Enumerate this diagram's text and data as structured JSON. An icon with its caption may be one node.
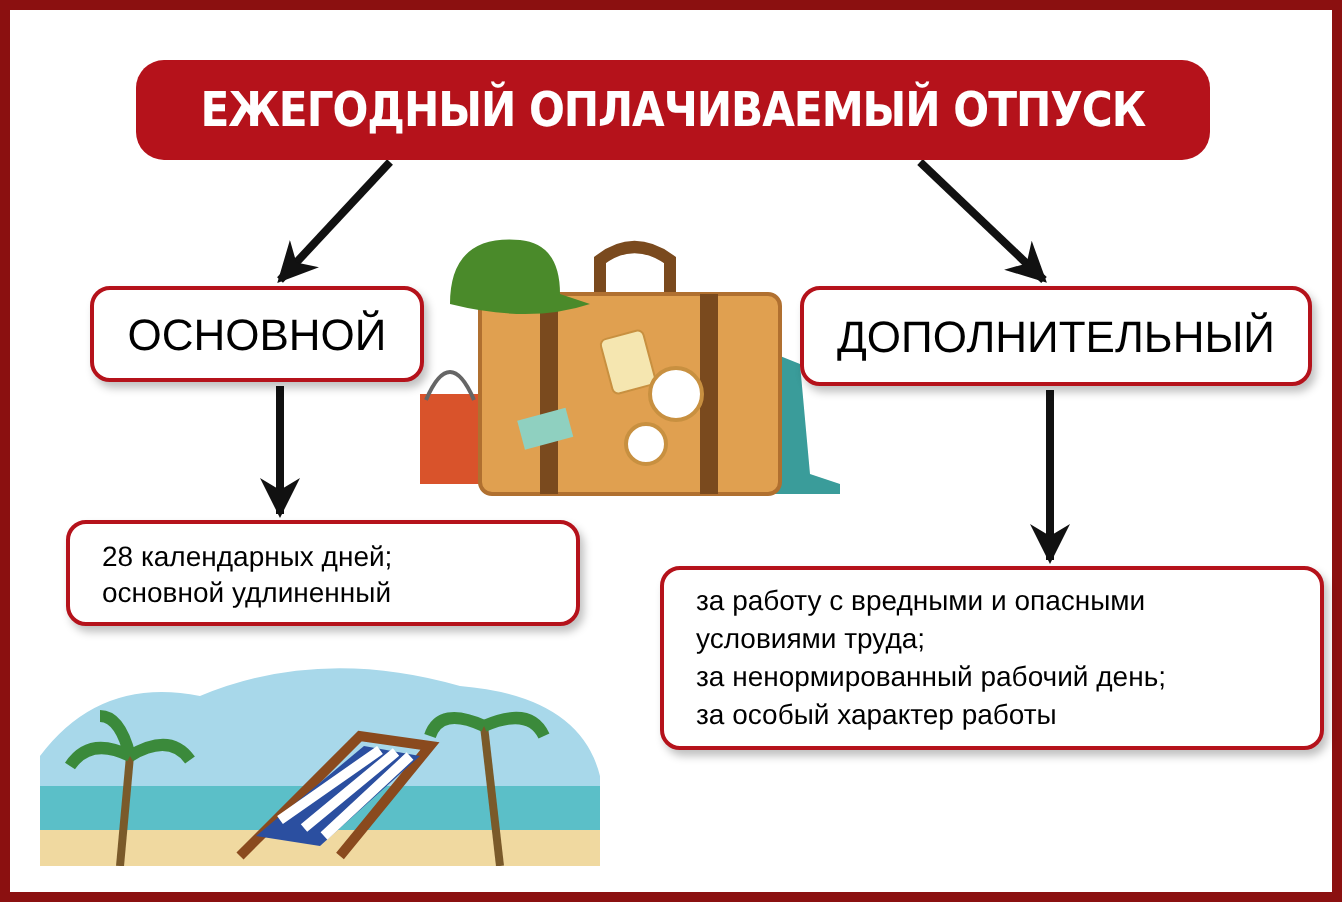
{
  "diagram": {
    "nodes": [
      {
        "text": [
          "ЕЖЕГОДНЫЙ ОПЛАЧИВАЕМЫЙ ОТПУСК"
        ]
      },
      {
        "text": [
          "ОСНОВНОЙ"
        ]
      },
      {
        "text": [
          "ДОПОЛНИТЕЛЬНЫЙ"
        ]
      },
      {
        "text": [
          "28 календарных дней;",
          "основной удлиненный"
        ]
      },
      {
        "text": [
          "за работу с вредными и опасными условиями труда;",
          "за ненормированный рабочий день;",
          "за особый характер работы"
        ]
      }
    ],
    "edges": [
      {
        "from": 0,
        "to": 1,
        "arrow": "to"
      },
      {
        "from": 0,
        "to": 2,
        "arrow": "to"
      },
      {
        "from": 1,
        "to": 3,
        "arrow": "to"
      },
      {
        "from": 2,
        "to": 4,
        "arrow": "to"
      }
    ]
  }
}
